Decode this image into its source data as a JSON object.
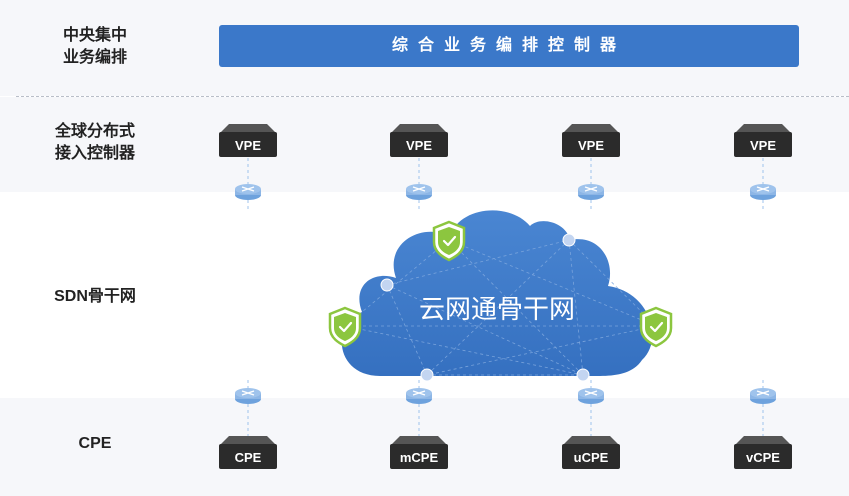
{
  "rows": {
    "central": "中央集中\n业务编排",
    "global": "全球分布式\n接入控制器",
    "sdn": "SDN骨干网",
    "cpe": "CPE"
  },
  "orchestrator": {
    "label": "综合业务编排控制器"
  },
  "cloud": {
    "label": "云网通骨干网"
  },
  "vpe_devices": [
    "VPE",
    "VPE",
    "VPE",
    "VPE"
  ],
  "cpe_devices": [
    "CPE",
    "mCPE",
    "uCPE",
    "vCPE"
  ],
  "colors": {
    "orchestrator_bar": "#3b78c9",
    "cloud": "#3b78c9",
    "device": "#2b2b2b",
    "router": "#9fc3ec",
    "shield": "#8cc63f",
    "band": "#f6f7fa"
  },
  "icons": {
    "router": "router-icon",
    "shield": "shield-check-icon",
    "device": "network-device-icon"
  }
}
